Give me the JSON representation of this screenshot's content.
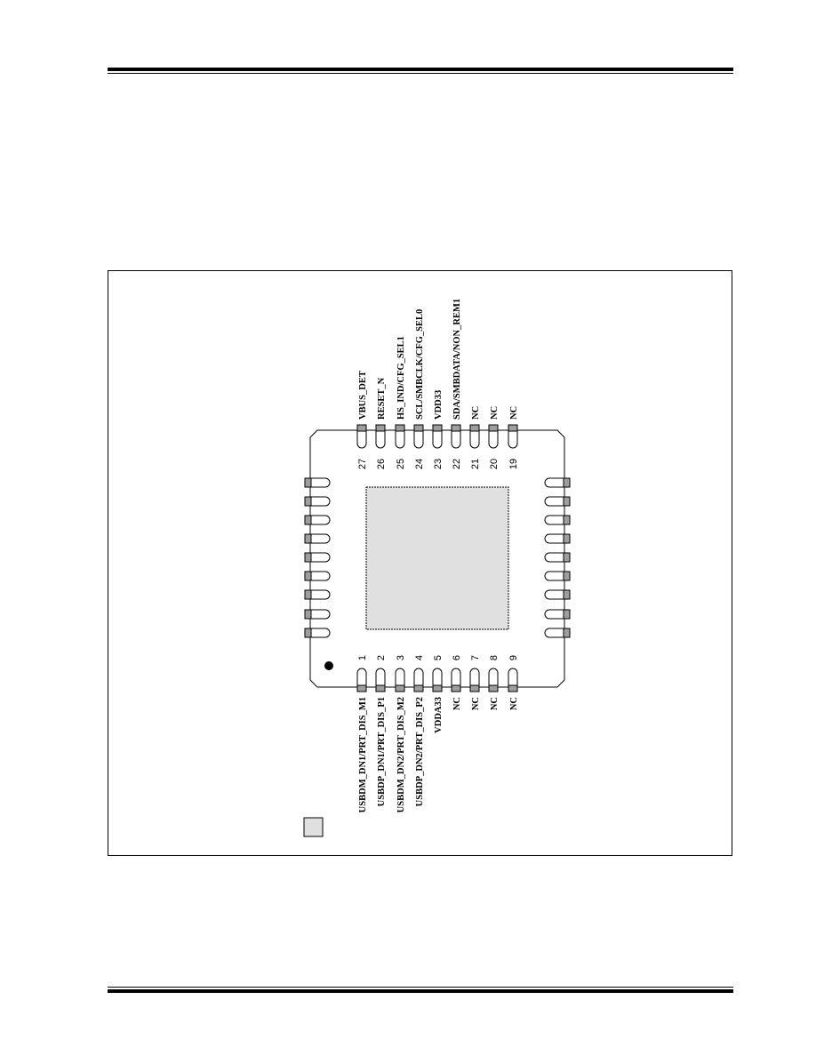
{
  "colors": {
    "pad": "#9e9e9e",
    "exposed_pad": "#e0e0e0",
    "line": "#000000"
  },
  "pins_bottom": [
    {
      "number": "1",
      "name": "USBDM_DN1/PRT_DIS_M1"
    },
    {
      "number": "2",
      "name": "USBDP_DN1/PRT_DIS_P1"
    },
    {
      "number": "3",
      "name": "USBDM_DN2/PRT_DIS_M2"
    },
    {
      "number": "4",
      "name": "USBDP_DN2/PRT_DIS_P2"
    },
    {
      "number": "5",
      "name": "VDDA33"
    },
    {
      "number": "6",
      "name": "NC"
    },
    {
      "number": "7",
      "name": "NC"
    },
    {
      "number": "8",
      "name": "NC"
    },
    {
      "number": "9",
      "name": "NC"
    }
  ],
  "pins_top": [
    {
      "number": "27",
      "name": "VBUS_DET"
    },
    {
      "number": "26",
      "name": "RESET_N"
    },
    {
      "number": "25",
      "name": "HS_IND/CFG_SEL1"
    },
    {
      "number": "24",
      "name": "SCL/SMBCLK/CFG_SEL0"
    },
    {
      "number": "23",
      "name": "VDD33"
    },
    {
      "number": "22",
      "name": "SDA/SMBDATA/NON_REM1"
    },
    {
      "number": "21",
      "name": "NC"
    },
    {
      "number": "20",
      "name": "NC"
    },
    {
      "number": "19",
      "name": "NC"
    }
  ]
}
